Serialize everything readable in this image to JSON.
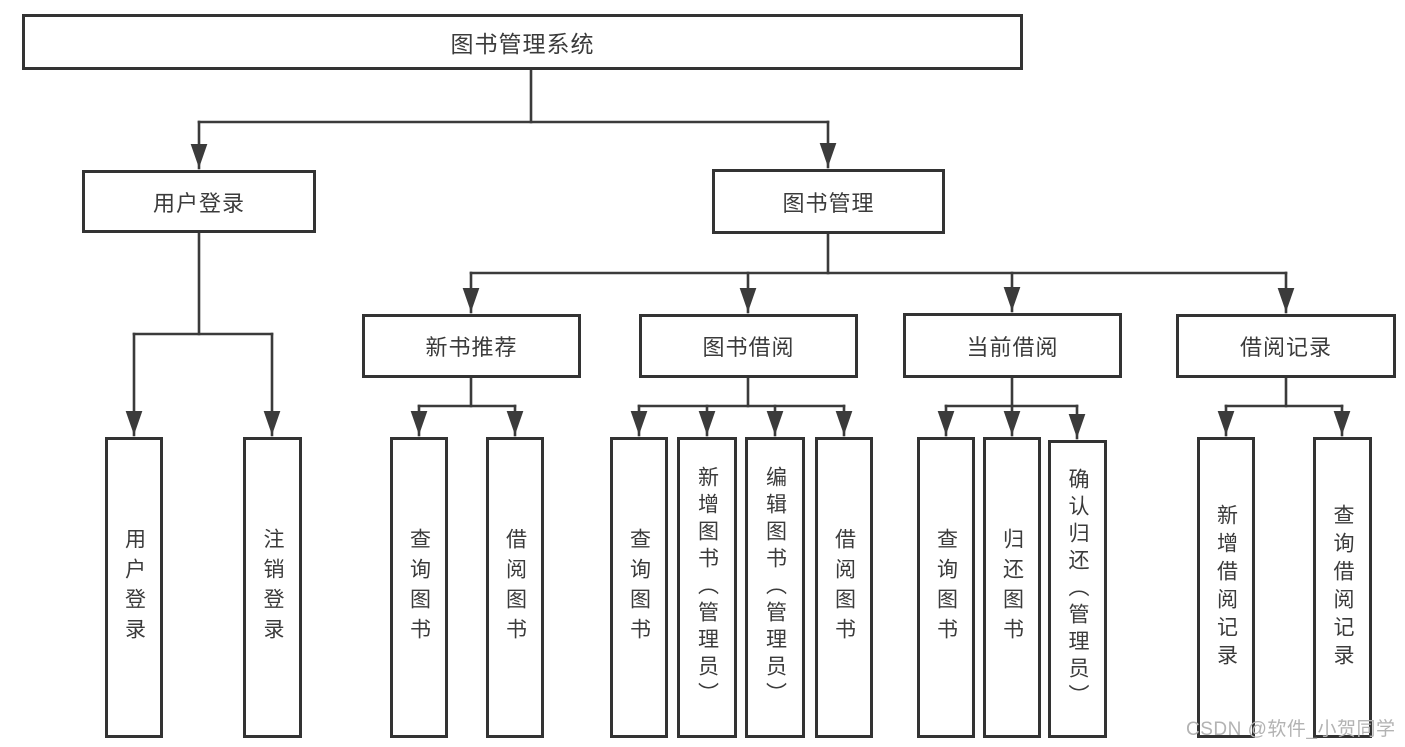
{
  "tree": {
    "root": "图书管理系统",
    "branches": [
      {
        "label": "用户登录",
        "children": [
          "用户登录",
          "注销登录"
        ]
      },
      {
        "label": "图书管理",
        "groups": [
          {
            "label": "新书推荐",
            "children": [
              "查询图书",
              "借阅图书"
            ]
          },
          {
            "label": "图书借阅",
            "children": [
              "查询图书",
              "新增图书（管理员）",
              "编辑图书（管理员）",
              "借阅图书"
            ]
          },
          {
            "label": "当前借阅",
            "children": [
              "查询图书",
              "归还图书",
              "确认归还（管理员）"
            ]
          },
          {
            "label": "借阅记录",
            "children": [
              "新增借阅记录",
              "查询借阅记录"
            ]
          }
        ]
      }
    ]
  },
  "styles": {
    "line_color": "#3b3b3b",
    "border_color": "#333333",
    "text_color": "#3b3b3b",
    "background": "#ffffff",
    "watermark_color": "#b3b3b3"
  },
  "watermark": {
    "text": "CSDN @软件_小贺同学"
  }
}
